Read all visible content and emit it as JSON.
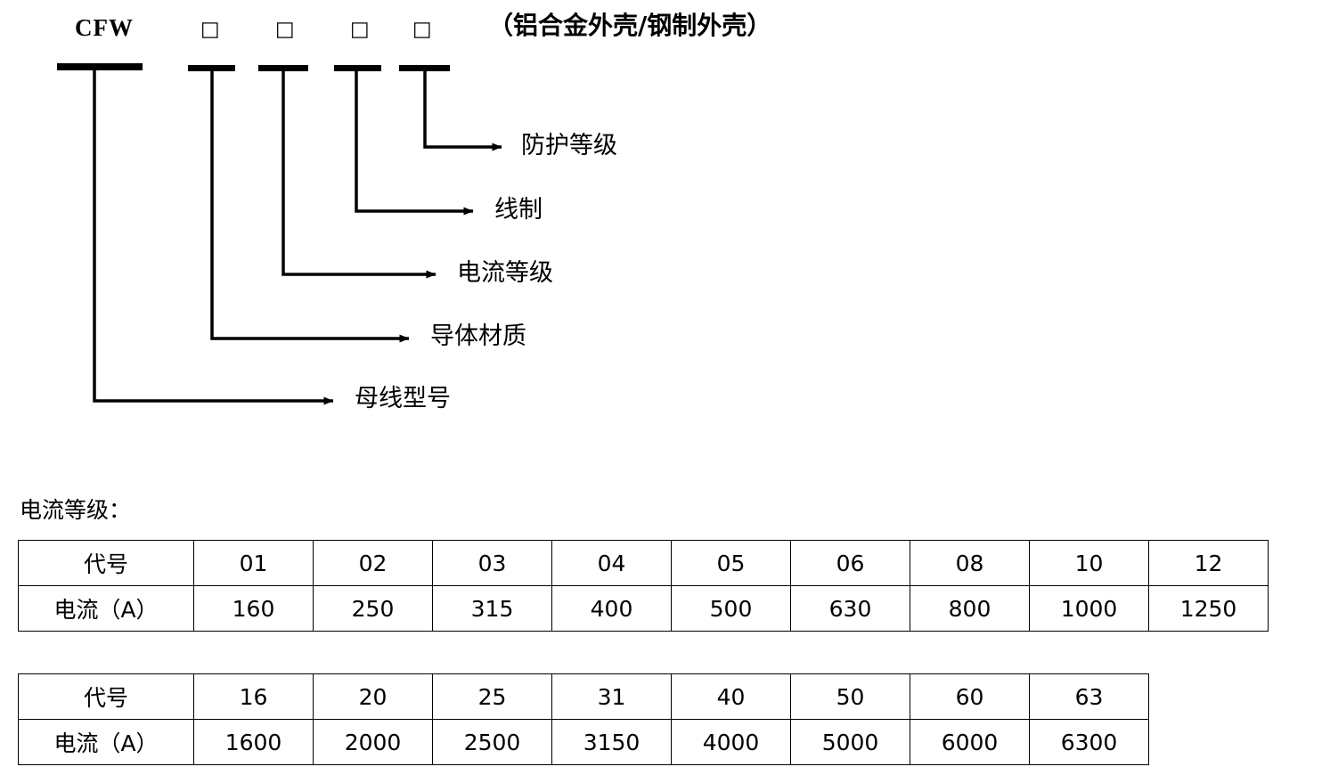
{
  "code_line": {
    "prefix": "CFW",
    "placeholder_boxes": [
      "□",
      "□",
      "□",
      "□"
    ],
    "enclosure_note": "（铝合金外壳/钢制外壳）"
  },
  "leaders": [
    {
      "key": "protection",
      "label": "防护等级"
    },
    {
      "key": "wiring",
      "label": "线制"
    },
    {
      "key": "current",
      "label": "电流等级"
    },
    {
      "key": "conductor",
      "label": "导体材质"
    },
    {
      "key": "model",
      "label": "母线型号"
    }
  ],
  "current_grade": {
    "caption": "电流等级：",
    "row_headers": {
      "code": "代号",
      "current": "电流（A）"
    },
    "table_1": {
      "codes": [
        "01",
        "02",
        "03",
        "04",
        "05",
        "06",
        "08",
        "10",
        "12"
      ],
      "currents": [
        "160",
        "250",
        "315",
        "400",
        "500",
        "630",
        "800",
        "1000",
        "1250"
      ]
    },
    "table_2": {
      "codes": [
        "16",
        "20",
        "25",
        "31",
        "40",
        "50",
        "60",
        "63"
      ],
      "currents": [
        "1600",
        "2000",
        "2500",
        "3150",
        "4000",
        "5000",
        "6000",
        "6300"
      ]
    }
  },
  "colors": {
    "ink": "#000000",
    "background": "#ffffff"
  }
}
